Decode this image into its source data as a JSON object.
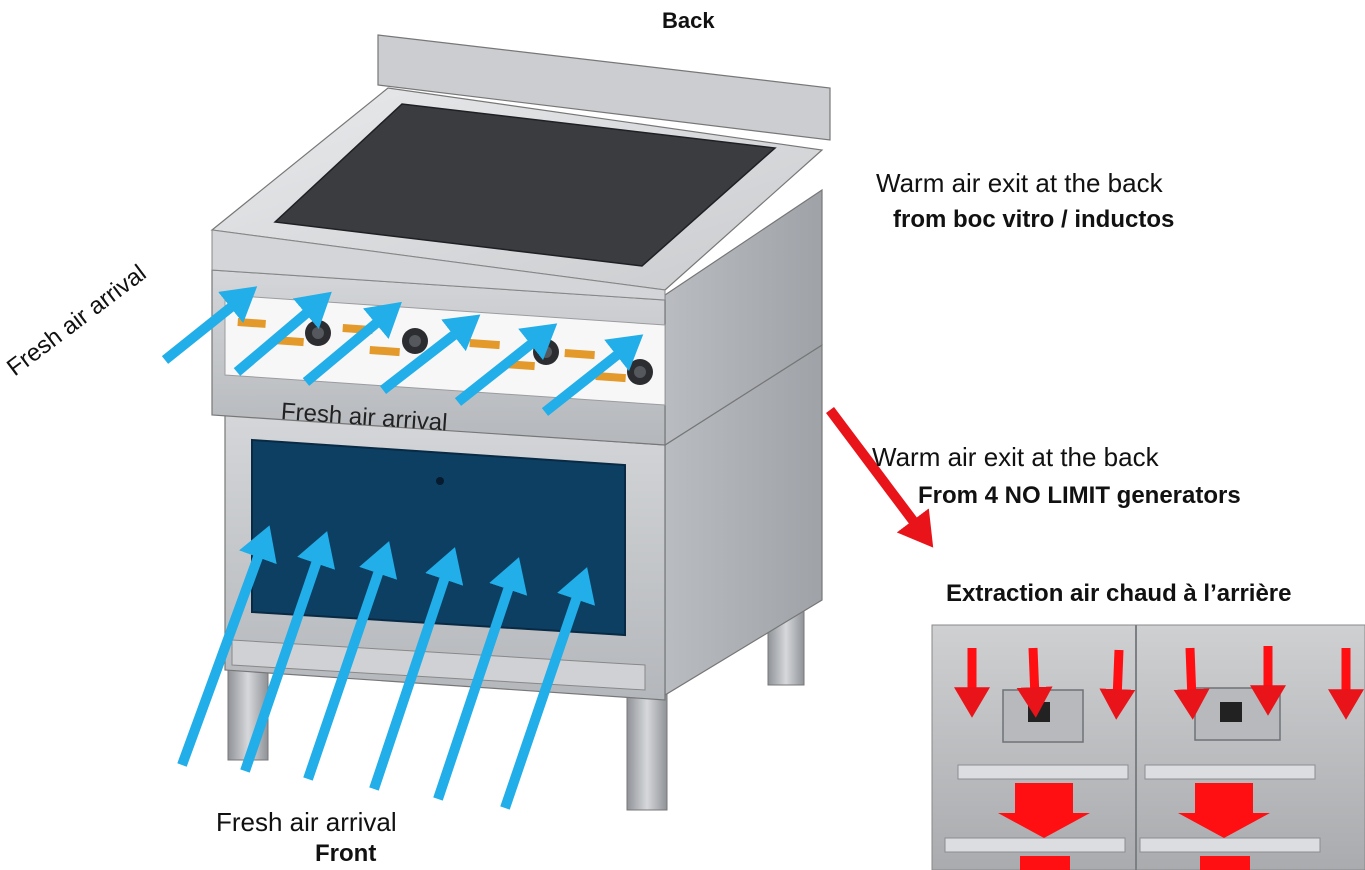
{
  "labels": {
    "back": "Back",
    "front": "Front",
    "fresh_air_left": "Fresh air arrival",
    "fresh_air_panel": "Fresh air arrival",
    "fresh_air_bottom": "Fresh air arrival",
    "warm_air_top_line1": "Warm air exit at the back",
    "warm_air_top_line2": "from boc vitro / inductos",
    "warm_air_mid_line1": "Warm air exit at the back",
    "warm_air_mid_line2": "From 4 NO LIMIT generators",
    "extraction_title": "Extraction air chaud à l’arrière"
  },
  "colors": {
    "fresh_air_arrow": "#22aee8",
    "warm_air_arrow": "#e8141a",
    "cabinet_door": "#0d3f63",
    "hob_glass": "#3a3c40",
    "steel_light": "#d9dadc",
    "steel_mid": "#bfc1c4",
    "steel_dark": "#9ea1a5"
  }
}
